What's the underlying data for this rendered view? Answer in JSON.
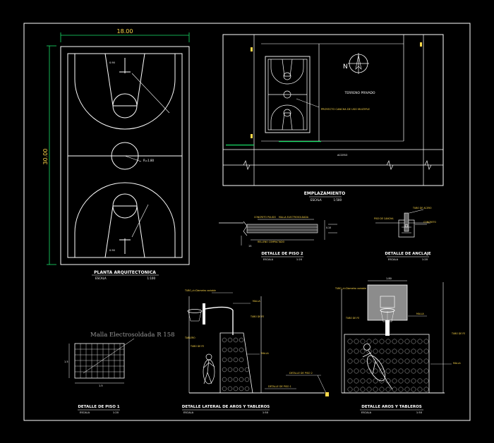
{
  "court_plan": {
    "width_dim": "18.00",
    "length_dim": "30.00",
    "title": "PLANTA ARQUITECTONICA",
    "scale_label": "ESCALA",
    "scale_value": "1:100"
  },
  "site_plan": {
    "label_note": "PROYECTO CANCHA DE USO MULTIPLE",
    "north_label": "N",
    "terrain_label": "TERRENO PRIVADO",
    "title": "EMPLAZAMIENTO",
    "scale_label": "ESCALA",
    "scale_value": "1:500"
  },
  "floor_detail_2": {
    "title": "DETALLE DE PISO 2",
    "scale_label": "ESCALA",
    "scale_value": "1:20"
  },
  "anchor_detail": {
    "title": "DETALLE DE ANCLAJE",
    "scale_label": "ESCALA",
    "scale_value": "1:20"
  },
  "mesh_detail": {
    "mesh_label": "Malla Electrosoldada R 158",
    "title": "DETALLE DE PISO 1",
    "scale_label": "ESCALA",
    "scale_value": "1:20"
  },
  "side_elevation": {
    "title": "DETALLE LATERAL DE AROS Y TABLEROS",
    "scale_label": "ESCALA",
    "scale_value": "1:50",
    "callout_1": "DETALLE DE PISO 2",
    "callout_2": "DETALLE DE PISO 1"
  },
  "front_elevation": {
    "title": "DETALLE AROS Y TABLEROS",
    "scale_label": "ESCALA",
    "scale_value": "1:50"
  },
  "colors": {
    "background": "#000000",
    "linework": "#ffffff",
    "annotation": "#ffd94a",
    "accent": "#19e36a"
  }
}
